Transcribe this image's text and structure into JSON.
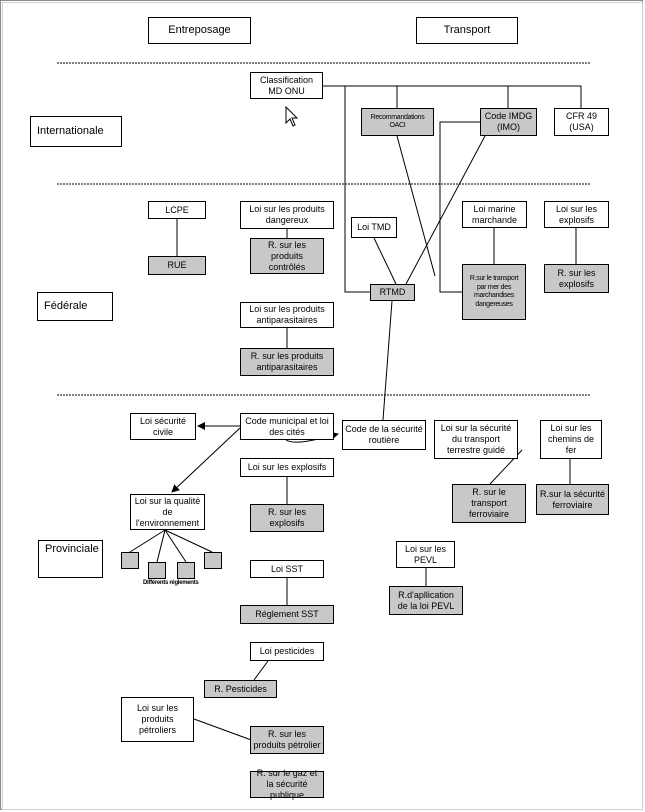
{
  "headers": {
    "storage": "Entreposage",
    "transport": "Transport"
  },
  "levels": {
    "international": "Internationale",
    "federal": "Fédérale",
    "provincial": "Provinciale"
  },
  "international": {
    "classification": "Classification MD ONU",
    "oaci": "Recommandations OACI",
    "imdg": "Code IMDG (IMO)",
    "cfr": "CFR 49 (USA)"
  },
  "federal": {
    "lcpe": "LCPE",
    "rue": "RUE",
    "lpd": "Loi sur les produits dangereux",
    "rpc": "R. sur les produits contrôlés",
    "ltmd": "Loi TMD",
    "rtmd": "RTMD",
    "marine": "Loi marine marchande",
    "rmarine": "R.sur le transport par mer des marchandises dangereuses",
    "explosifs_loi": "Loi sur les explosifs",
    "explosifs_reg": "R. sur les explosifs",
    "lpa": "Loi sur les produits antiparasitaires",
    "rpa": "R. sur les produits antiparasitaires"
  },
  "provincial": {
    "securite_civile": "Loi sécurité civile",
    "code_municipal": "Code municipal et loi des cités",
    "code_route": "Code de la sécurité routière",
    "ltg": "Loi sur la sécurité du transport terrestre guidé",
    "chemins_fer": "Loi sur les chemins de fer",
    "r_transport_ferro": "R. sur le transport ferroviaire",
    "r_securite_ferro": "R.sur la sécurité ferroviaire",
    "lqe": "Loi sur la qualité de l'environnement",
    "differents_reglements": "Différents réglements",
    "explosifs_loi": "Loi sur les explosifs",
    "explosifs_reg": "R. sur les explosifs",
    "pevl_loi": "Loi sur les PEVL",
    "pevl_reg": "R.d'apllication de la loi PEVL",
    "sst_loi": "Loi SST",
    "sst_reg": "Réglement SST",
    "pesticides_loi": "Loi pesticides",
    "pesticides_reg": "R. Pesticides",
    "petroliers_loi": "Loi sur les produits pétroliers",
    "petroliers_reg": "R. sur les produits pétrolier",
    "gaz_reg": "R. sur le gaz et la sécurité publique"
  }
}
